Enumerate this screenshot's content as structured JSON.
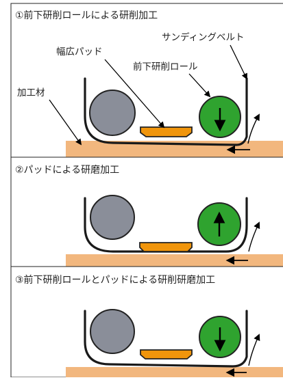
{
  "colors": {
    "frame": "#222222",
    "belt": "#1a1a1a",
    "roll_gray": "#8a8e99",
    "roll_green": "#2fa32f",
    "pad_orange": "#f0950c",
    "workpiece": "#f2b77e",
    "arrow": "#000000"
  },
  "panels": [
    {
      "title": "①前下研削ロールによる研削加工",
      "green_roll_direction": "down",
      "labels": {
        "belt": "サンディングベルト",
        "pad": "幅広パッド",
        "roll": "前下研削ロール",
        "work": "加工材"
      }
    },
    {
      "title": "②パッドによる研磨加工",
      "green_roll_direction": "up"
    },
    {
      "title": "③前下研削ロールとパッドによる研削研磨加工",
      "green_roll_direction": "down"
    }
  ],
  "icons": {
    "green_roll": "rotation-arrow-icon",
    "feed": "feed-arrow-left-icon",
    "belt_travel": "curved-arrow-up-icon"
  }
}
